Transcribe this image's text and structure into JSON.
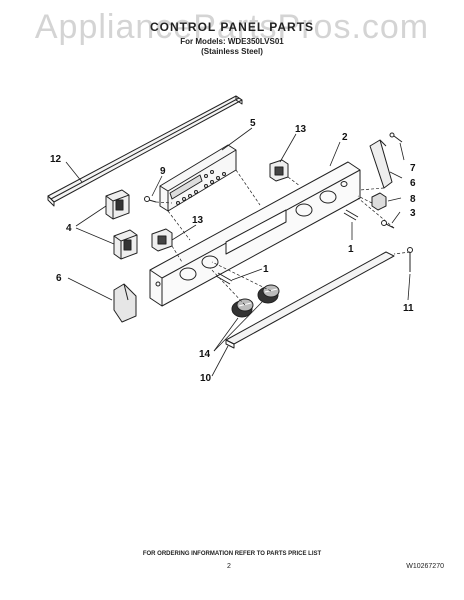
{
  "watermark": "AppliancePartsPros.com",
  "header": {
    "title": "CONTROL PANEL PARTS",
    "models": "For Models: WDE350LVS01",
    "variant": "(Stainless Steel)"
  },
  "callouts": {
    "c1a": "1",
    "c1b": "1",
    "c2": "2",
    "c3": "3",
    "c4": "4",
    "c5": "5",
    "c6a": "6",
    "c6b": "6",
    "c7": "7",
    "c8": "8",
    "c9": "9",
    "c10": "10",
    "c11": "11",
    "c12": "12",
    "c13a": "13",
    "c13b": "13",
    "c14": "14"
  },
  "footer": {
    "note": "FOR ORDERING INFORMATION REFER TO PARTS PRICE LIST",
    "page": "2",
    "doc_number": "W10267270"
  }
}
